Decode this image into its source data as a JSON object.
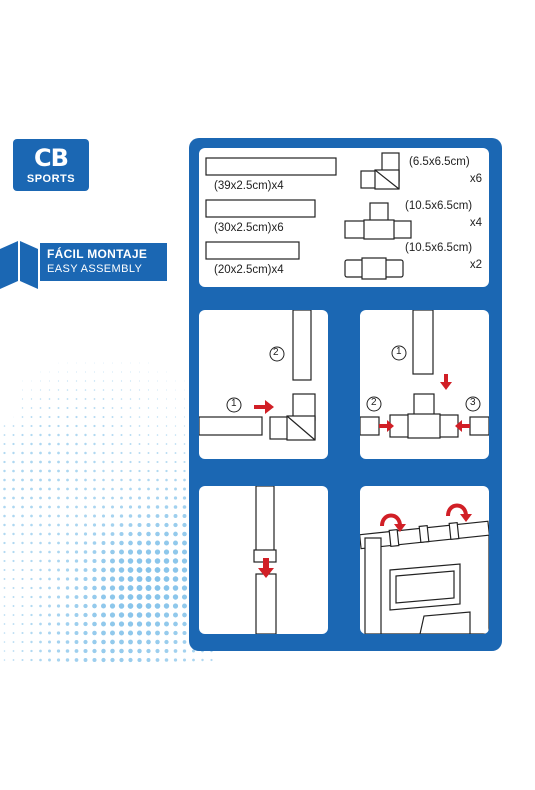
{
  "brand": {
    "logo_text": "CB",
    "logo_sub": "SPORTS"
  },
  "header": {
    "title_es": "FÁCIL MONTAJE",
    "title_en": "EASY ASSEMBLY"
  },
  "parts": {
    "tubes": [
      {
        "label": "(39x2.5cm)x4"
      },
      {
        "label": "(30x2.5cm)x6"
      },
      {
        "label": "(20x2.5cm)x4"
      }
    ],
    "connectors": [
      {
        "size": "(6.5x6.5cm)",
        "qty": "x6",
        "icon": "elbow-connector"
      },
      {
        "size": "(10.5x6.5cm)",
        "qty": "x4",
        "icon": "tee-connector"
      },
      {
        "size": "(10.5x6.5cm)",
        "qty": "x2",
        "icon": "straight-connector"
      }
    ]
  },
  "steps": {
    "step1": {
      "marker1": "1",
      "marker2": "2"
    },
    "step2": {
      "marker1": "1",
      "marker2": "2",
      "marker3": "3"
    }
  },
  "colors": {
    "brand_blue": "#1b67b3",
    "arrow_red": "#d11f26",
    "dot_blue": "#6fb8e6"
  }
}
